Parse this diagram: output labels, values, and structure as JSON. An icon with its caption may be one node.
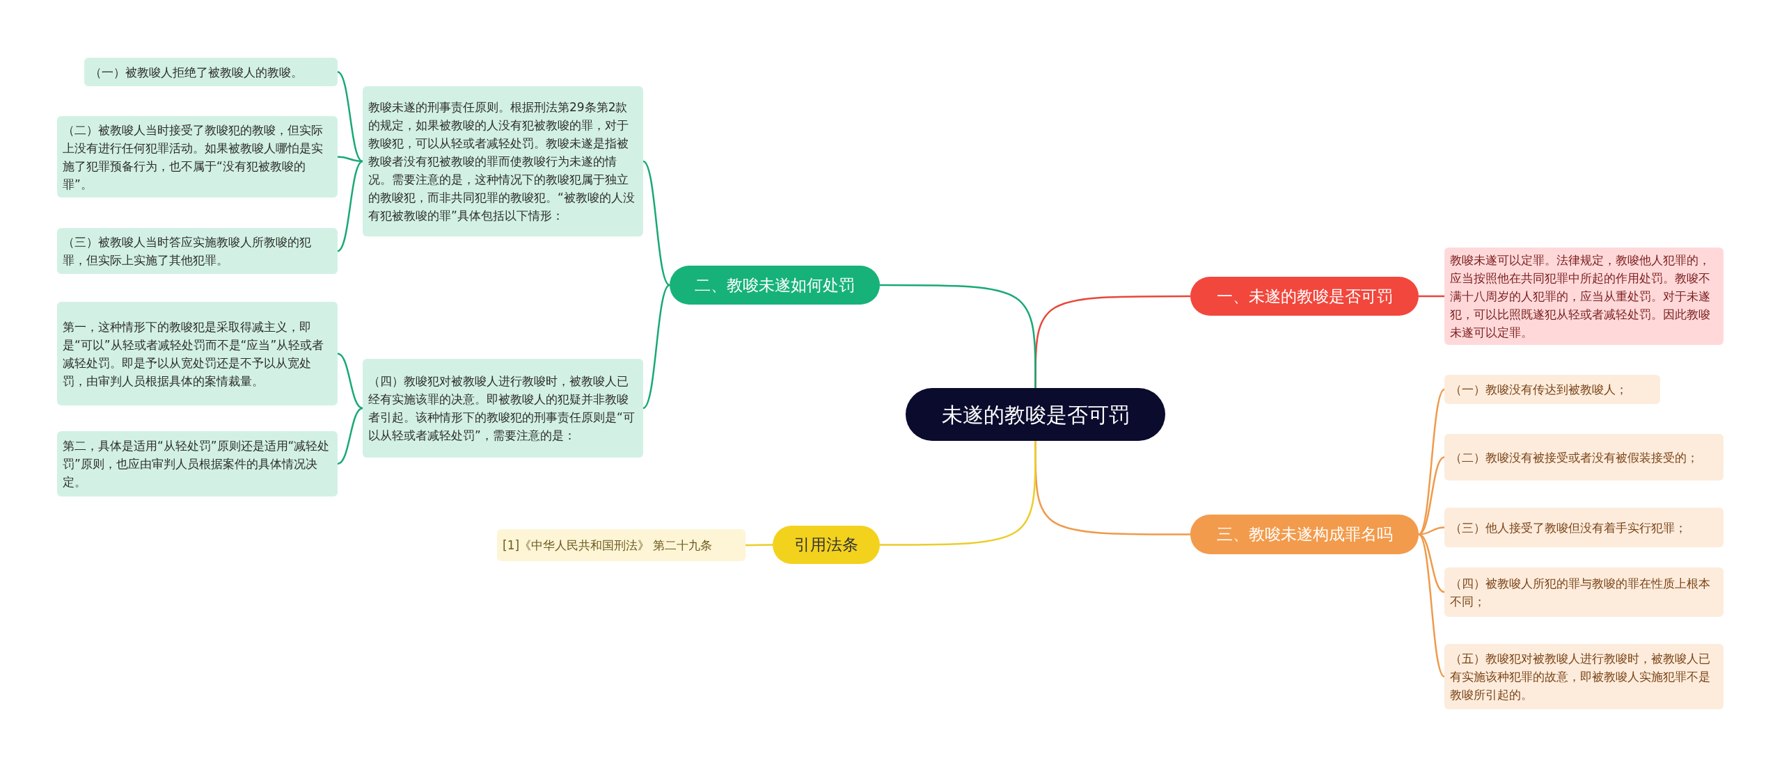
{
  "diagram": {
    "nodes": [
      {
        "text": [
          "未遂的教唆是否可罚"
        ]
      },
      {
        "text": [
          "一、未遂的教唆是否可罚"
        ]
      },
      {
        "text": [
          "教唆未遂可以定罪。法律规定，教唆他人犯罪的，应当按照他在共同犯罪中所起的作用处罚。教唆不满十八周岁的人犯罪的，应当从重处罚。对于未遂犯，可以比照既遂犯从轻或者减轻处罚。因此教唆未遂可以定罪。"
        ]
      },
      {
        "text": [
          "二、教唆未遂如何处罚"
        ]
      },
      {
        "text": [
          "教唆未遂的刑事责任原则。根据刑法第29条第2款的规定，如果被教唆的人没有犯被教唆的罪，对于教唆犯，可以从轻或者减轻处罚。教唆未遂是指被教唆者没有犯被教唆的罪而使教唆行为未遂的情况。需要注意的是，这种情况下的教唆犯属于独立的教唆犯，而非共同犯罪的教唆犯。“被教唆的人没有犯被教唆的罪”具体包括以下情形："
        ]
      },
      {
        "text": [
          "（一）被教唆人拒绝了被教唆人的教唆。"
        ]
      },
      {
        "text": [
          "（二）被教唆人当时接受了教唆犯的教唆，但实际上没有进行任何犯罪活动。如果被教唆人哪怕是实施了犯罪预备行为，也不属于“没有犯被教唆的罪”。"
        ]
      },
      {
        "text": [
          "（三）被教唆人当时答应实施教唆人所教唆的犯罪，但实际上实施了其他犯罪。"
        ]
      },
      {
        "text": [
          "（四）教唆犯对被教唆人进行教唆时，被教唆人已经有实施该罪的决意。即被教唆人的犯疑并非教唆者引起。该种情形下的教唆犯的刑事责任原则是“可以从轻或者减轻处罚”，需要注意的是："
        ]
      },
      {
        "text": [
          "第一，这种情形下的教唆犯是采取得减主义，即是“可以”从轻或者减轻处罚而不是“应当”从轻或者减轻处罚。即是予以从宽处罚还是不予以从宽处罚，由审判人员根据具体的案情裁量。"
        ]
      },
      {
        "text": [
          "第二，具体是适用“从轻处罚”原则还是适用“减轻处罚”原则，也应由审判人员根据案件的具体情况决定。"
        ]
      },
      {
        "text": [
          "三、教唆未遂构成罪名吗"
        ]
      },
      {
        "text": [
          "（一）教唆没有传达到被教唆人；"
        ]
      },
      {
        "text": [
          "（二）教唆没有被接受或者没有被假装接受的；"
        ]
      },
      {
        "text": [
          "（三）他人接受了教唆但没有着手实行犯罪；"
        ]
      },
      {
        "text": [
          "（四）被教唆人所犯的罪与教唆的罪在性质上根本不同；"
        ]
      },
      {
        "text": [
          "（五）教唆犯对被教唆人进行教唆时，被教唆人已有实施该种犯罪的故意，即被教唆人实施犯罪不是教唆所引起的。"
        ]
      },
      {
        "text": [
          "引用法条"
        ]
      },
      {
        "text": [
          "[1]《中华人民共和国刑法》 第二十九条"
        ]
      }
    ],
    "edges": [
      {
        "from": 0,
        "to": 1,
        "arrow": "none",
        "color": "#e8463a"
      },
      {
        "from": 1,
        "to": 2,
        "arrow": "none",
        "color": "#e8463a"
      },
      {
        "from": 0,
        "to": 3,
        "arrow": "none"
      },
      {
        "from": 3,
        "to": 4,
        "arrow": "none"
      },
      {
        "from": 4,
        "to": 5,
        "arrow": "none"
      },
      {
        "from": 4,
        "to": 6,
        "arrow": "none"
      },
      {
        "from": 4,
        "to": 7,
        "arrow": "none"
      },
      {
        "from": 3,
        "to": 8,
        "arrow": "none"
      },
      {
        "from": 8,
        "to": 9,
        "arrow": "none"
      },
      {
        "from": 8,
        "to": 10,
        "arrow": "none"
      },
      {
        "from": 0,
        "to": 11,
        "arrow": "none",
        "color": "#ef9a4a"
      },
      {
        "from": 11,
        "to": 12,
        "arrow": "none",
        "color": "#ef9a4a"
      },
      {
        "from": 11,
        "to": 13,
        "arrow": "none",
        "color": "#ef9a4a"
      },
      {
        "from": 11,
        "to": 14,
        "arrow": "none",
        "color": "#ef9a4a"
      },
      {
        "from": 11,
        "to": 15,
        "arrow": "none",
        "color": "#ef9a4a"
      },
      {
        "from": 11,
        "to": 16,
        "arrow": "none",
        "color": "#ef9a4a"
      },
      {
        "from": 0,
        "to": 17,
        "arrow": "none",
        "color": "#eccd2a"
      },
      {
        "from": 17,
        "to": 18,
        "arrow": "none",
        "color": "#eccd2a"
      }
    ]
  }
}
